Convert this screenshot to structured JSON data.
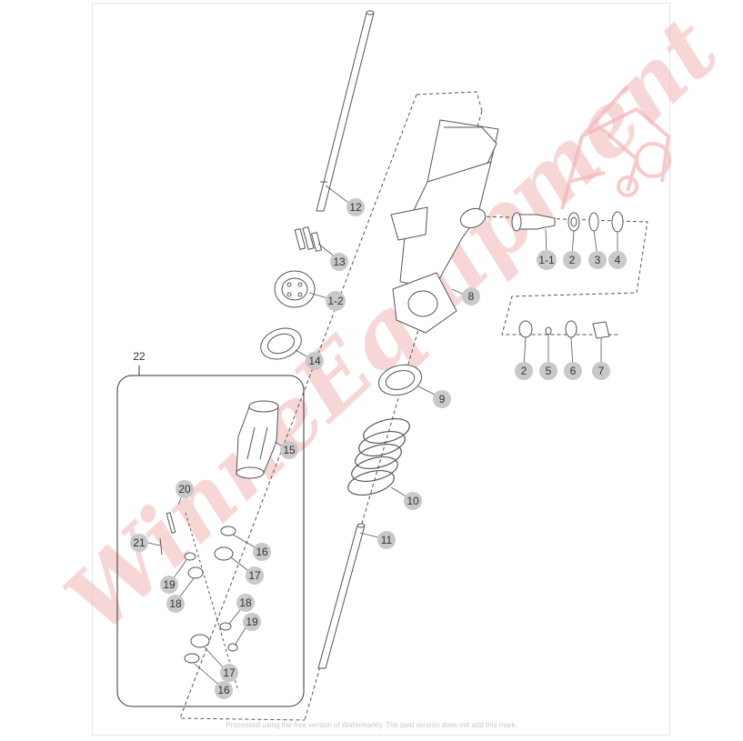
{
  "diagram": {
    "group_label": "22",
    "callouts": {
      "p12": "12",
      "p13": "13",
      "p1_2": "1-2",
      "p14": "14",
      "p8": "8",
      "p1_1": "1-1",
      "p2a": "2",
      "p3": "3",
      "p4": "4",
      "p2b": "2",
      "p5": "5",
      "p6": "6",
      "p7": "7",
      "p9": "9",
      "p15": "15",
      "p10": "10",
      "p11": "11",
      "p20": "20",
      "p21": "21",
      "p16a": "16",
      "p17a": "17",
      "p19a": "19",
      "p18a": "18",
      "p18b": "18",
      "p19b": "19",
      "p17b": "17",
      "p16b": "16"
    },
    "watermark_text": "WinneEquipment",
    "footer_note": "Processed using the free version of Watermarkly. The paid version does not add this mark."
  },
  "colors": {
    "line": "#555555",
    "callout_fill": "#c9c9c9",
    "watermark": "#f2b6b6"
  }
}
